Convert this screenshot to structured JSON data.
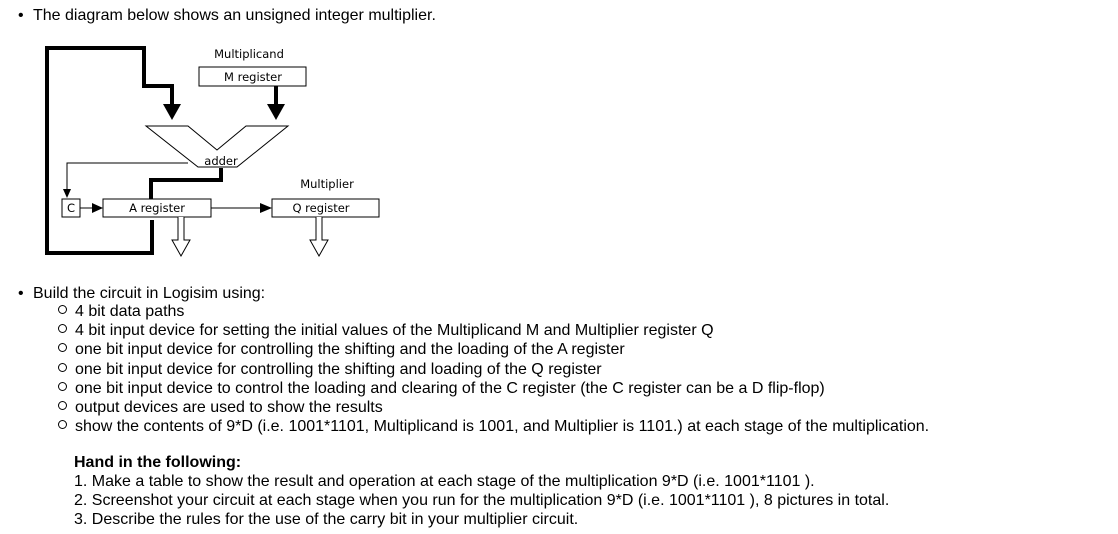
{
  "intro": "The diagram below shows an unsigned integer multiplier.",
  "diagram": {
    "multiplicand_label": "Multiplicand",
    "m_register": "M register",
    "adder": "adder",
    "multiplier_label": "Multiplier",
    "c_label": "C",
    "a_register": "A register",
    "q_register": "Q register"
  },
  "build": {
    "title": "Build the circuit in Logisim using:",
    "items": [
      "4 bit data paths",
      "4 bit input device for setting the initial values of the Multiplicand M and Multiplier register Q",
      "one bit input device for controlling the shifting and the loading of the A register",
      "one bit input device for controlling the shifting and loading of the Q register",
      "one bit input device to control the loading and clearing of the C register (the C register can be a D flip-flop)",
      "output devices are used to show the results",
      "show the contents of 9*D (i.e. 1001*1101, Multiplicand is 1001, and Multiplier is 1101.) at each stage of the multiplication."
    ]
  },
  "handin": {
    "title": "Hand in the following:",
    "items": [
      "1. Make a table to show the result and operation at each stage of the multiplication 9*D (i.e. 1001*1101 ).",
      "2. Screenshot your circuit at each stage when you run for the multiplication 9*D (i.e. 1001*1101 ), 8 pictures in total.",
      "3. Describe the rules for the use of the carry bit in your multiplier circuit."
    ]
  }
}
